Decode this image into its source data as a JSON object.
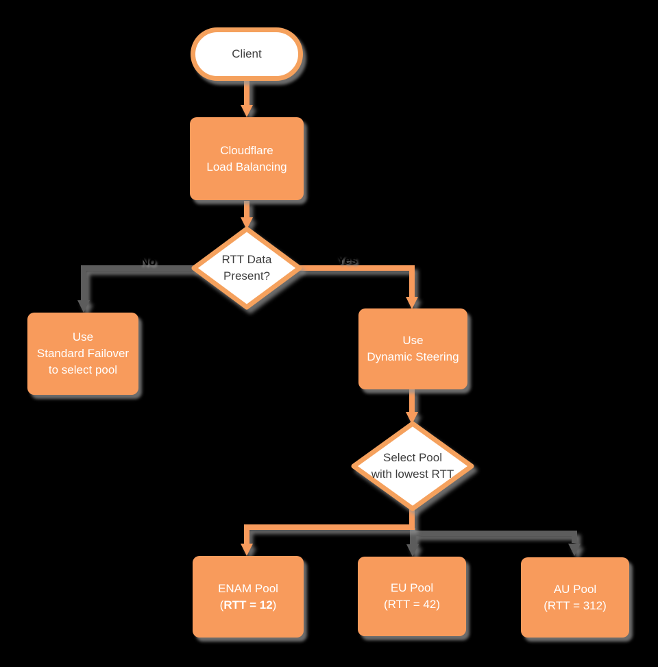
{
  "diagram": {
    "type": "flowchart",
    "background": "#000000",
    "colors": {
      "node_fill": "#F89B5C",
      "node_border": "#F5A15D",
      "connector_orange": "#F89B5C",
      "connector_gray": "#5C5C5C",
      "text_on_orange": "#FFFFFF",
      "text_on_white": "#3F3F3F",
      "shadow": "#969696"
    },
    "nodes": {
      "client": {
        "label": "Client"
      },
      "load_balancing": {
        "line1": "Cloudflare",
        "line2": "Load Balancing"
      },
      "rtt_decision": {
        "line1": "RTT Data",
        "line2": "Present?"
      },
      "standard_failover": {
        "line1": "Use",
        "line2": "Standard Failover",
        "line3": "to select pool"
      },
      "dynamic_steering": {
        "line1": "Use",
        "line2": "Dynamic Steering"
      },
      "select_pool": {
        "line1": "Select Pool",
        "line2": "with lowest RTT"
      },
      "enam_pool": {
        "line1": "ENAM Pool",
        "line2_open": "(",
        "line2_bold": "RTT = 12",
        "line2_close": ")"
      },
      "eu_pool": {
        "line1": "EU Pool",
        "line2": "(RTT = 42)"
      },
      "au_pool": {
        "line1": "AU Pool",
        "line2": "(RTT = 312)"
      }
    },
    "edge_labels": {
      "no": "No",
      "yes": "Yes"
    }
  }
}
